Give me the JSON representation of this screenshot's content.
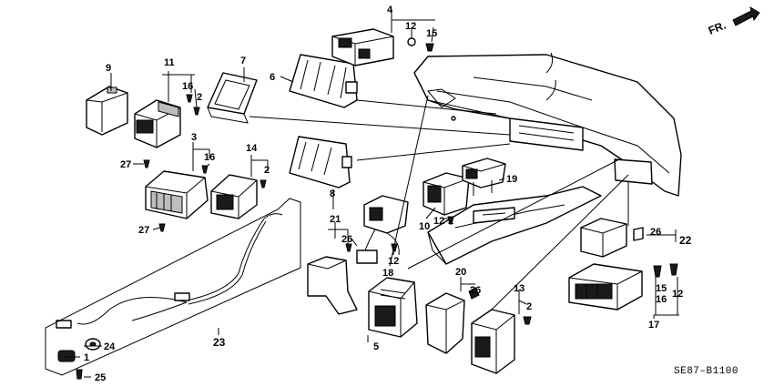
{
  "diagram": {
    "orientation_label": "FR.",
    "code": "SE87–B1100",
    "callouts": {
      "n1": "1",
      "n2a": "2",
      "n2b": "2",
      "n2c": "2",
      "n3": "3",
      "n4": "4",
      "n5": "5",
      "n6": "6",
      "n7": "7",
      "n8": "8",
      "n9": "9",
      "n10": "10",
      "n11": "11",
      "n12a": "12",
      "n12b": "12",
      "n12c": "12",
      "n12d": "12",
      "n13": "13",
      "n14": "14",
      "n15a": "15",
      "n15b": "15",
      "n16a": "16",
      "n16b": "16",
      "n16c": "16",
      "n17": "17",
      "n18": "18",
      "n19": "19",
      "n20": "20",
      "n21": "21",
      "n22": "22",
      "n23": "23",
      "n24": "24",
      "n25": "25",
      "n26a": "26",
      "n26b": "26",
      "n26c": "26",
      "n27a": "27",
      "n27b": "27"
    }
  }
}
